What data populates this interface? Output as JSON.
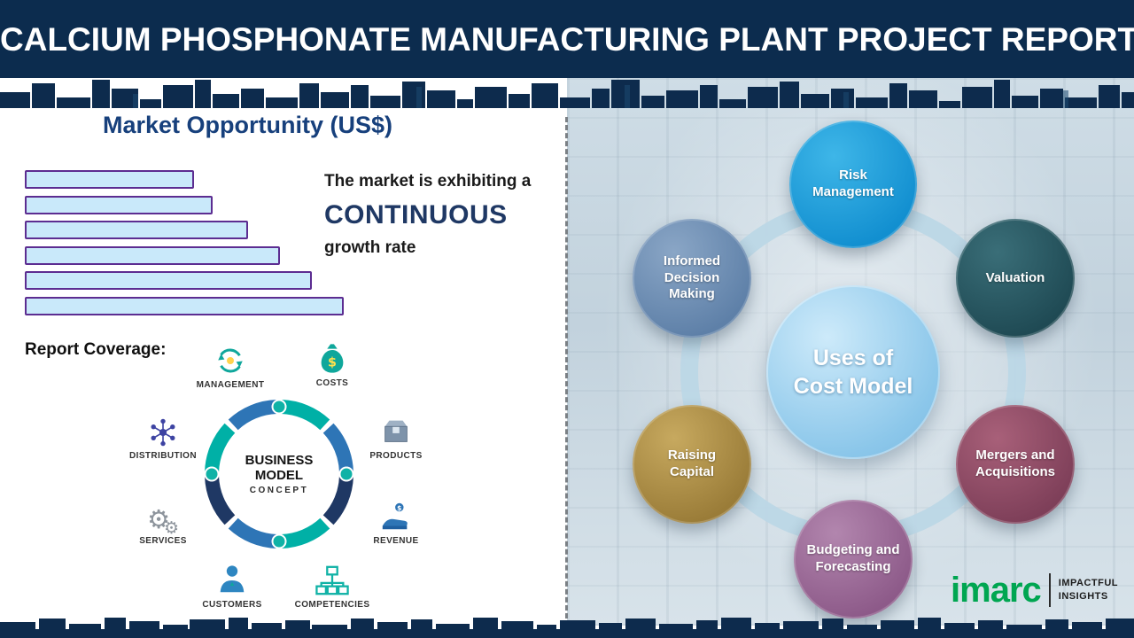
{
  "header": {
    "title": "CALCIUM PHOSPHONATE MANUFACTURING PLANT PROJECT REPORT"
  },
  "left_panel": {
    "section_title": "Market Opportunity (US$)",
    "growth": {
      "line1": "The market is exhibiting a",
      "line2": "CONTINUOUS",
      "line3": "growth rate"
    },
    "report_coverage_label": "Report Coverage:",
    "business_model": {
      "center": [
        "BUSINESS",
        "MODEL",
        "CONCEPT"
      ],
      "items": [
        {
          "label": "MANAGEMENT",
          "icon": "management-cycle-icon"
        },
        {
          "label": "COSTS",
          "icon": "money-bag-icon"
        },
        {
          "label": "DISTRIBUTION",
          "icon": "network-icon"
        },
        {
          "label": "PRODUCTS",
          "icon": "product-box-icon"
        },
        {
          "label": "SERVICES",
          "icon": "gears-icon"
        },
        {
          "label": "REVENUE",
          "icon": "hand-coin-icon"
        },
        {
          "label": "CUSTOMERS",
          "icon": "person-icon"
        },
        {
          "label": "COMPETENCIES",
          "icon": "org-chart-icon"
        }
      ]
    }
  },
  "chart_data": {
    "type": "bar",
    "orientation": "horizontal",
    "title": "Market Opportunity (US$)",
    "values": [
      53,
      59,
      70,
      80,
      90,
      100
    ],
    "value_note": "relative bar lengths; no numeric axis or tick labels shown",
    "bar_fill": "#c9e9fa",
    "bar_border": "#5c2d91",
    "grid": false,
    "legend": false
  },
  "right_panel": {
    "ring_color": "#bcd7e6",
    "center": {
      "line1": "Uses of",
      "line2": "Cost Model"
    },
    "nodes": [
      {
        "label": "Risk Management",
        "color": "#128fd0",
        "color_light": "#3eb6e8"
      },
      {
        "label": "Informed Decision Making",
        "color": "#5e80a8",
        "color_light": "#8aa6c6"
      },
      {
        "label": "Valuation",
        "color": "#1f4a54",
        "color_light": "#3a6e78"
      },
      {
        "label": "Raising Capital",
        "color": "#9a7c38",
        "color_light": "#c7a95f"
      },
      {
        "label": "Mergers and Acquisitions",
        "color": "#7e3f59",
        "color_light": "#a86079"
      },
      {
        "label": "Budgeting and Forecasting",
        "color": "#8d5a89",
        "color_light": "#b286ae"
      }
    ],
    "logo": {
      "brand": "imarc",
      "brand_color": "#00a651",
      "tagline_line1": "IMPACTFUL",
      "tagline_line2": "INSIGHTS"
    }
  }
}
